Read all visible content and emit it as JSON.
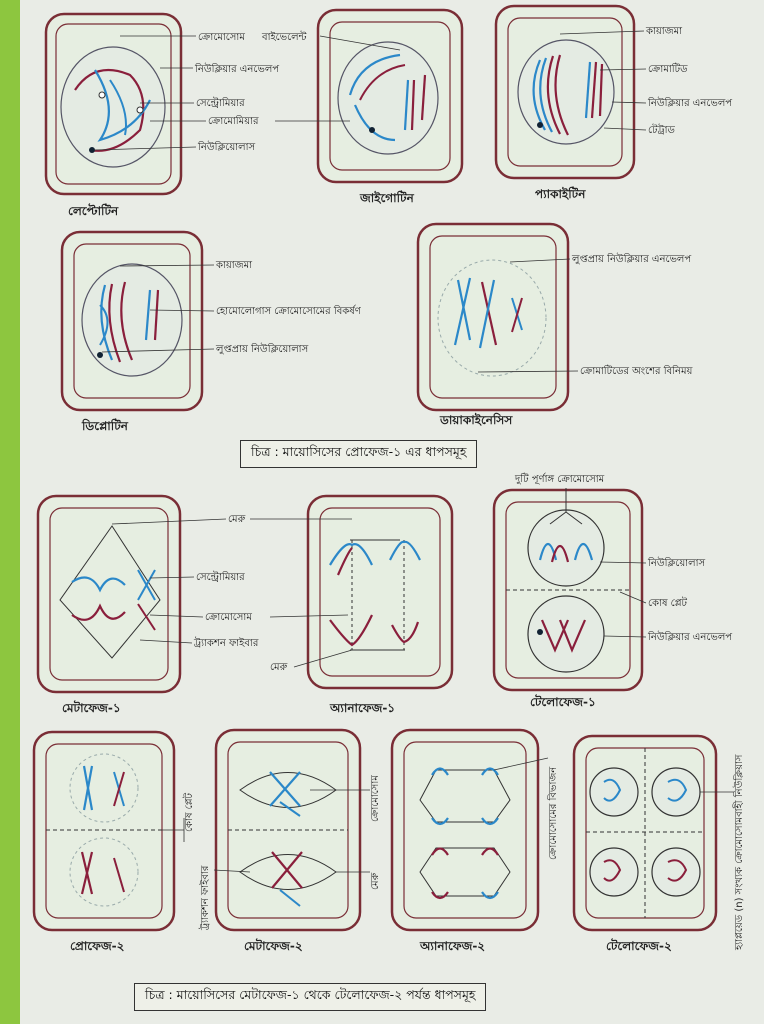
{
  "colors": {
    "page_bg": "#e9ece6",
    "left_band": "#8dc63f",
    "cell_wall": "#7a2e36",
    "blue_chrom": "#2b88c9",
    "red_chrom": "#8a1f3c"
  },
  "prophase1": {
    "stages": {
      "leptotene": "লেপ্টোটিন",
      "zygotene": "জাইগোটিন",
      "pachytene": "প্যাকাইটিন",
      "diplotene": "ডিপ্লোটিন",
      "diakinesis": "ডায়াকাইনেসিস"
    },
    "labels": {
      "chromosome": "ক্রোমোসোম",
      "bivalent": "বাইভেলেন্ট",
      "nuclear_envelope": "নিউক্লিয়ার এনভেলপ",
      "centromere": "সেন্ট্রোমিয়ার",
      "chromomere": "ক্রোমোমিয়ার",
      "nucleolus": "নিউক্লিয়োলাস",
      "chiasma": "কায়াজমা",
      "chromatid": "ক্রোমাটিড",
      "nuclear_envelope2": "নিউক্লিয়ার এনভেলপ",
      "tetrad": "টেট্রাড",
      "chiasma2": "কায়াজমা",
      "homologous_repulsion": "হোমোলোগাস ক্রোমোসোমের বিকর্ষণ",
      "disappearing_nucleolus": "লুপ্তপ্রায় নিউক্লিয়োলাস",
      "disappearing_envelope": "লুপ্তপ্রায় নিউক্লিয়ার এনভেলপ",
      "chromatid_exchange": "ক্রোমাটিডের অংশের বিনিময়"
    },
    "caption": "চিত্র : মায়োসিসের প্রোফেজ-১ এর ধাপসমূহ"
  },
  "meiosis1": {
    "stages": {
      "metaphase1": "মেটাফেজ-১",
      "anaphase1": "অ্যানাফেজ-১",
      "telophase1": "টেলোফেজ-১"
    },
    "labels": {
      "pole": "মেরু",
      "centromere": "সেন্ট্রোমিয়ার",
      "chromosome": "ক্রোমোসোম",
      "traction_fiber": "ট্র্যাকশন ফাইবার",
      "pole2": "মেরু",
      "two_full_chromosomes": "দুটি পূর্ণাঙ্গ ক্রোমোসোম",
      "nucleolus": "নিউক্লিয়োলাস",
      "cell_plate": "কোষ প্লেট",
      "nuclear_envelope": "নিউক্লিয়ার এনভেলপ"
    }
  },
  "meiosis2": {
    "stages": {
      "prophase2": "প্রোফেজ-২",
      "metaphase2": "মেটাফেজ-২",
      "anaphase2": "অ্যানাফেজ-২",
      "telophase2": "টেলোফেজ-২"
    },
    "labels": {
      "cell_plate": "কোষ প্লেট",
      "chromosome": "ক্রোমোসোম",
      "traction_fiber": "ট্র্যাকশন ফাইবার",
      "pole": "মেরু",
      "chromosome_division": "ক্রোমোসোমের বিভাজন",
      "haploid_nuclei": "হ্যাপ্লয়েড (n) সংখ্যক ক্রোমোসোমবাহী নিউক্লিয়াস"
    },
    "caption": "চিত্র : মায়োসিসের মেটাফেজ-১ থেকে টেলোফেজ-২ পর্যন্ত ধাপসমূহ"
  }
}
